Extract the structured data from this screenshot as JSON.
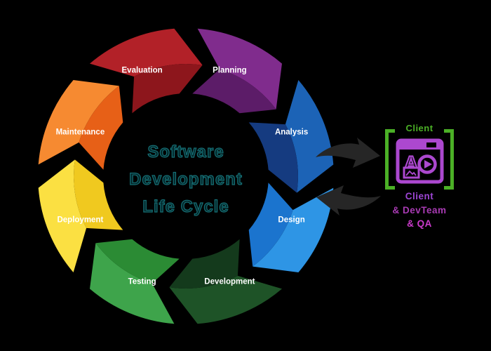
{
  "diagram": {
    "background": "#000000",
    "title": {
      "lines": [
        "Software",
        "Development",
        "Life Cycle"
      ],
      "fill_color": "#04272a",
      "outline_color": "#156e74"
    },
    "wheel": {
      "label_color": "#ffffff",
      "segments": [
        {
          "label": "Planning",
          "color_light": "#802c8d",
          "color_dark": "#5c1c68"
        },
        {
          "label": "Analysis",
          "color_light": "#1c63b6",
          "color_dark": "#153b80"
        },
        {
          "label": "Design",
          "color_light": "#2e95e5",
          "color_dark": "#1b74ce"
        },
        {
          "label": "Development",
          "color_light": "#1e5327",
          "color_dark": "#143a1c"
        },
        {
          "label": "Testing",
          "color_light": "#3ea44b",
          "color_dark": "#2b8b34"
        },
        {
          "label": "Deployment",
          "color_light": "#fbe042",
          "color_dark": "#f0c91f"
        },
        {
          "label": "Maintenance",
          "color_light": "#f68a31",
          "color_dark": "#e76017"
        },
        {
          "label": "Evaluation",
          "color_light": "#b22128",
          "color_dark": "#8d161c"
        }
      ]
    },
    "arrows": {
      "color": "#262626"
    },
    "client_panel": {
      "header": "Client",
      "header_color": "#4bb026",
      "bracket_color": "#4bb026",
      "icon_color": "#ac48cf",
      "icon_letter": "A",
      "members": [
        {
          "label": "Client",
          "color": "#9d45d4"
        },
        {
          "label": "& DevTeam",
          "color": "#a93bb4"
        },
        {
          "label": "& QA",
          "color": "#cc3bcc"
        }
      ]
    }
  }
}
